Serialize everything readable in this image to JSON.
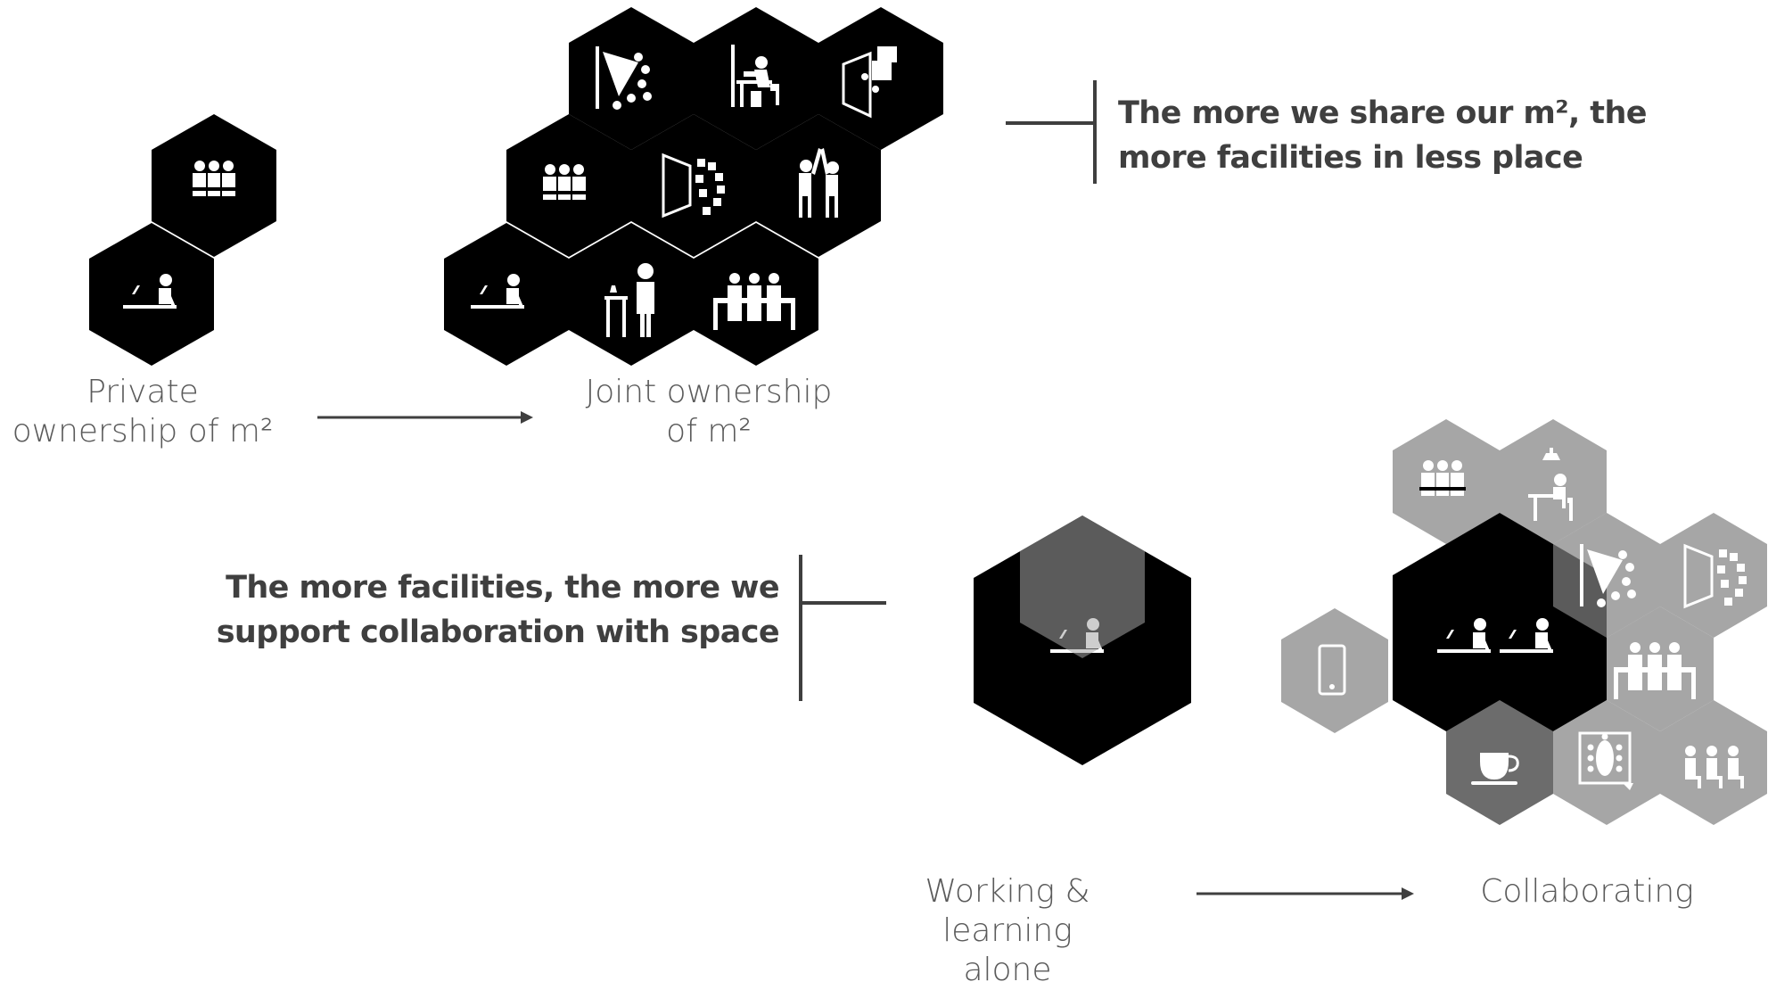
{
  "labels": {
    "private": "Private\nownership of m²",
    "joint": "Joint ownership\nof m²",
    "alone": "Working & learning\nalone",
    "collab": "Collaborating"
  },
  "statements": {
    "share_line1": "The more we share our m², the",
    "share_line2": "more facilities in less place",
    "facilities_line1": "The more facilities, the more we",
    "facilities_line2": "support collaboration with space"
  },
  "colors": {
    "hex_dark": "#000000",
    "hex_grey": "#a6a6a6",
    "icon": "#ffffff",
    "line": "#3f3f3f",
    "text": "#5a5a5a"
  },
  "icons": [
    "group-of-people-icon",
    "person-at-laptop-icon",
    "meeting-table-icon",
    "person-reading-at-desk-icon",
    "presentation-screen-icon",
    "lecture-auditorium-icon",
    "high-five-icon",
    "standing-desk-icon",
    "people-at-table-icon",
    "smartphone-icon",
    "coffee-cup-icon",
    "seated-people-icon",
    "person-under-lamp-icon"
  ]
}
